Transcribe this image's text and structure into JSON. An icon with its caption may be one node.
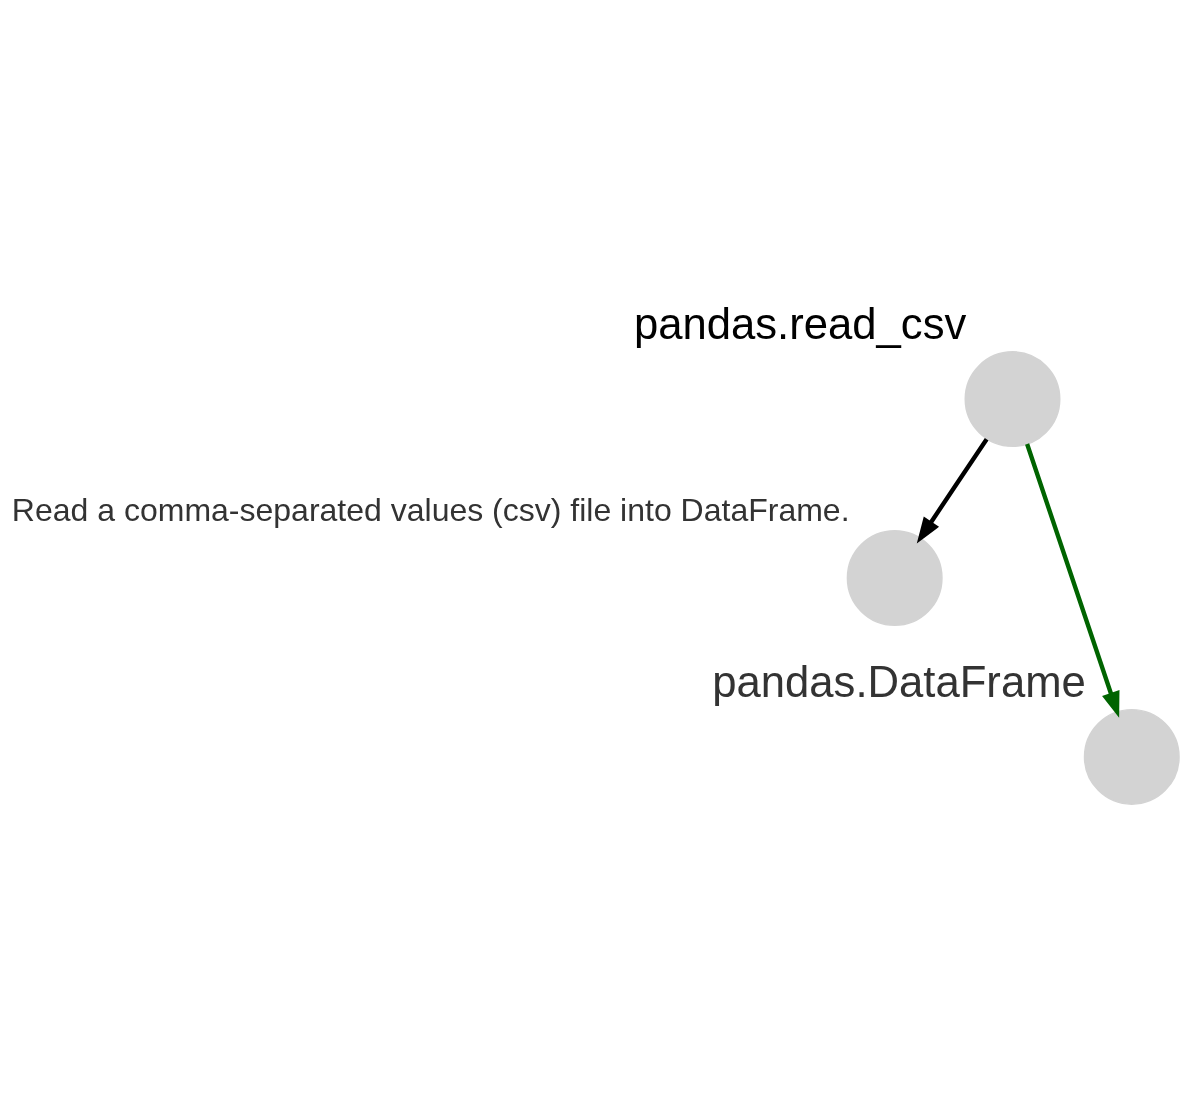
{
  "diagram": {
    "nodes": [
      {
        "text": [],
        "shape": "circle",
        "beside": [
          "pandas.read_csv"
        ]
      },
      {
        "text": [],
        "shape": "circle",
        "beside": [
          "Read a comma-separated values (csv) file into DataFrame."
        ]
      },
      {
        "text": [],
        "shape": "circle",
        "beside": [
          "pandas.DataFrame"
        ]
      }
    ],
    "edges": [
      {
        "from": 0,
        "to": 1,
        "arrow": "to"
      },
      {
        "from": 0,
        "to": 2,
        "arrow": "to",
        "color": "#006400"
      }
    ]
  }
}
